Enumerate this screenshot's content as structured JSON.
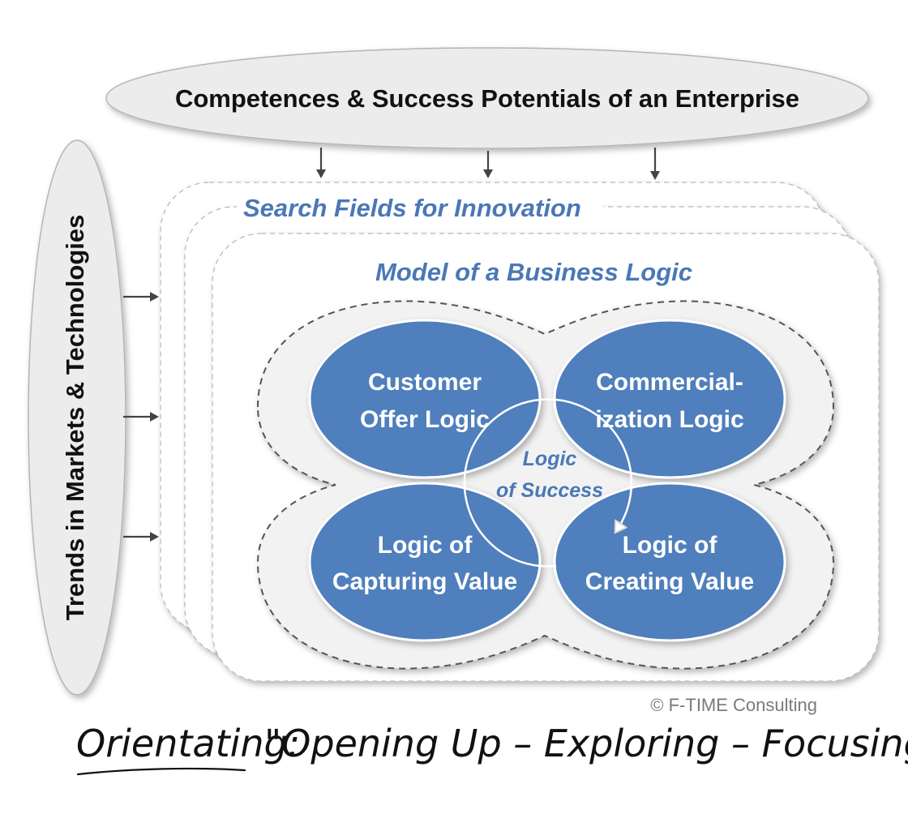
{
  "colors": {
    "node_fill": "#4f7fbc",
    "accent_text": "#4a78b5",
    "ellipse_fill": "#ececec",
    "panel_fill": "#f2f2f2"
  },
  "top_ellipse": {
    "label": "Competences & Success Potentials of an Enterprise"
  },
  "side_ellipse": {
    "label": "Trends in Markets & Technologies"
  },
  "search_fields": {
    "label": "Search Fields for Innovation"
  },
  "business_model": {
    "label": "Model of a Business Logic"
  },
  "nodes": [
    {
      "line1": "Customer",
      "line2": "Offer Logic"
    },
    {
      "line1": "Commercial-",
      "line2": "ization Logic"
    },
    {
      "line1": "Logic of",
      "line2": "Capturing Value"
    },
    {
      "line1": "Logic of",
      "line2": "Creating Value"
    }
  ],
  "center": {
    "line1": "Logic",
    "line2": "of Success"
  },
  "copyright": "© F-TIME Consulting",
  "caption": {
    "prefix": "Orientating:",
    "text": "\"Opening Up – Exploring – Focusing\""
  }
}
